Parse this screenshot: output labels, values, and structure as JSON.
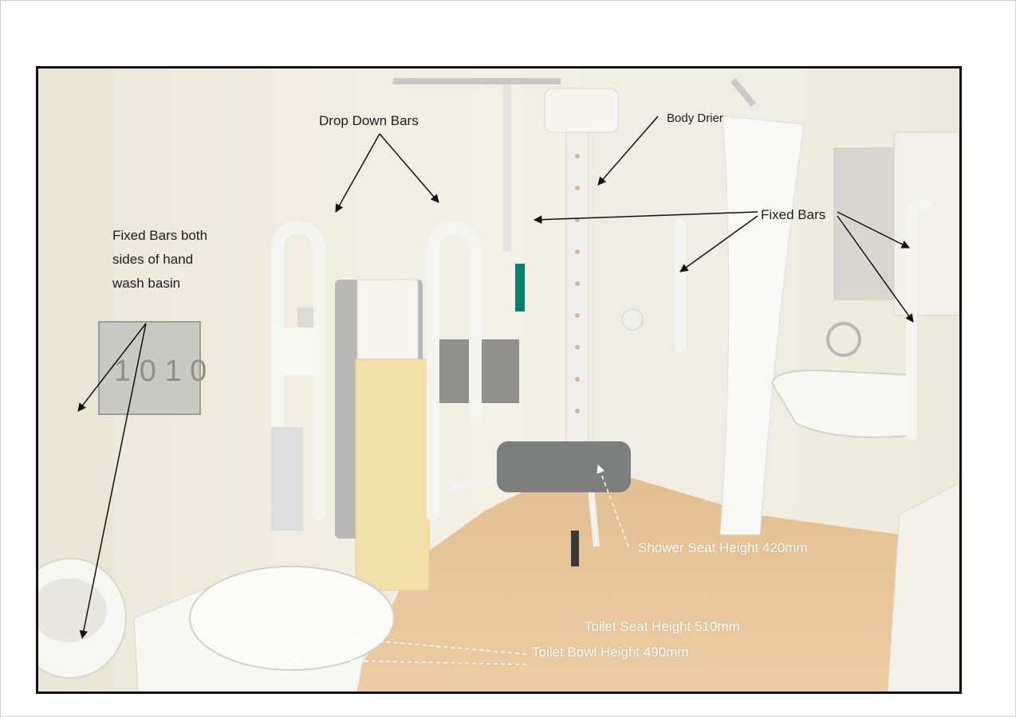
{
  "labels": {
    "drop_down_bars": "Drop Down Bars",
    "body_drier": "Body Drier",
    "fixed_bars": "Fixed Bars",
    "fixed_bars_basin_line1": "Fixed Bars  both",
    "fixed_bars_basin_line2": "sides of hand",
    "fixed_bars_basin_line3": "wash basin",
    "shower_seat_height": "Shower Seat Height 420mm",
    "toilet_seat_height": "Toilet Seat Height 510mm",
    "toilet_bowl_height": "Toilet Bowl Height 490mm"
  },
  "colors": {
    "wall": "#f0eee2",
    "floor": "#e9c79a",
    "seat": "#7d7f7e",
    "annotation_dark": "#1c1c1c",
    "annotation_light": "#ffffff",
    "towel_white": "#f6f4ee",
    "towel_yellow": "#f1e0a8"
  }
}
